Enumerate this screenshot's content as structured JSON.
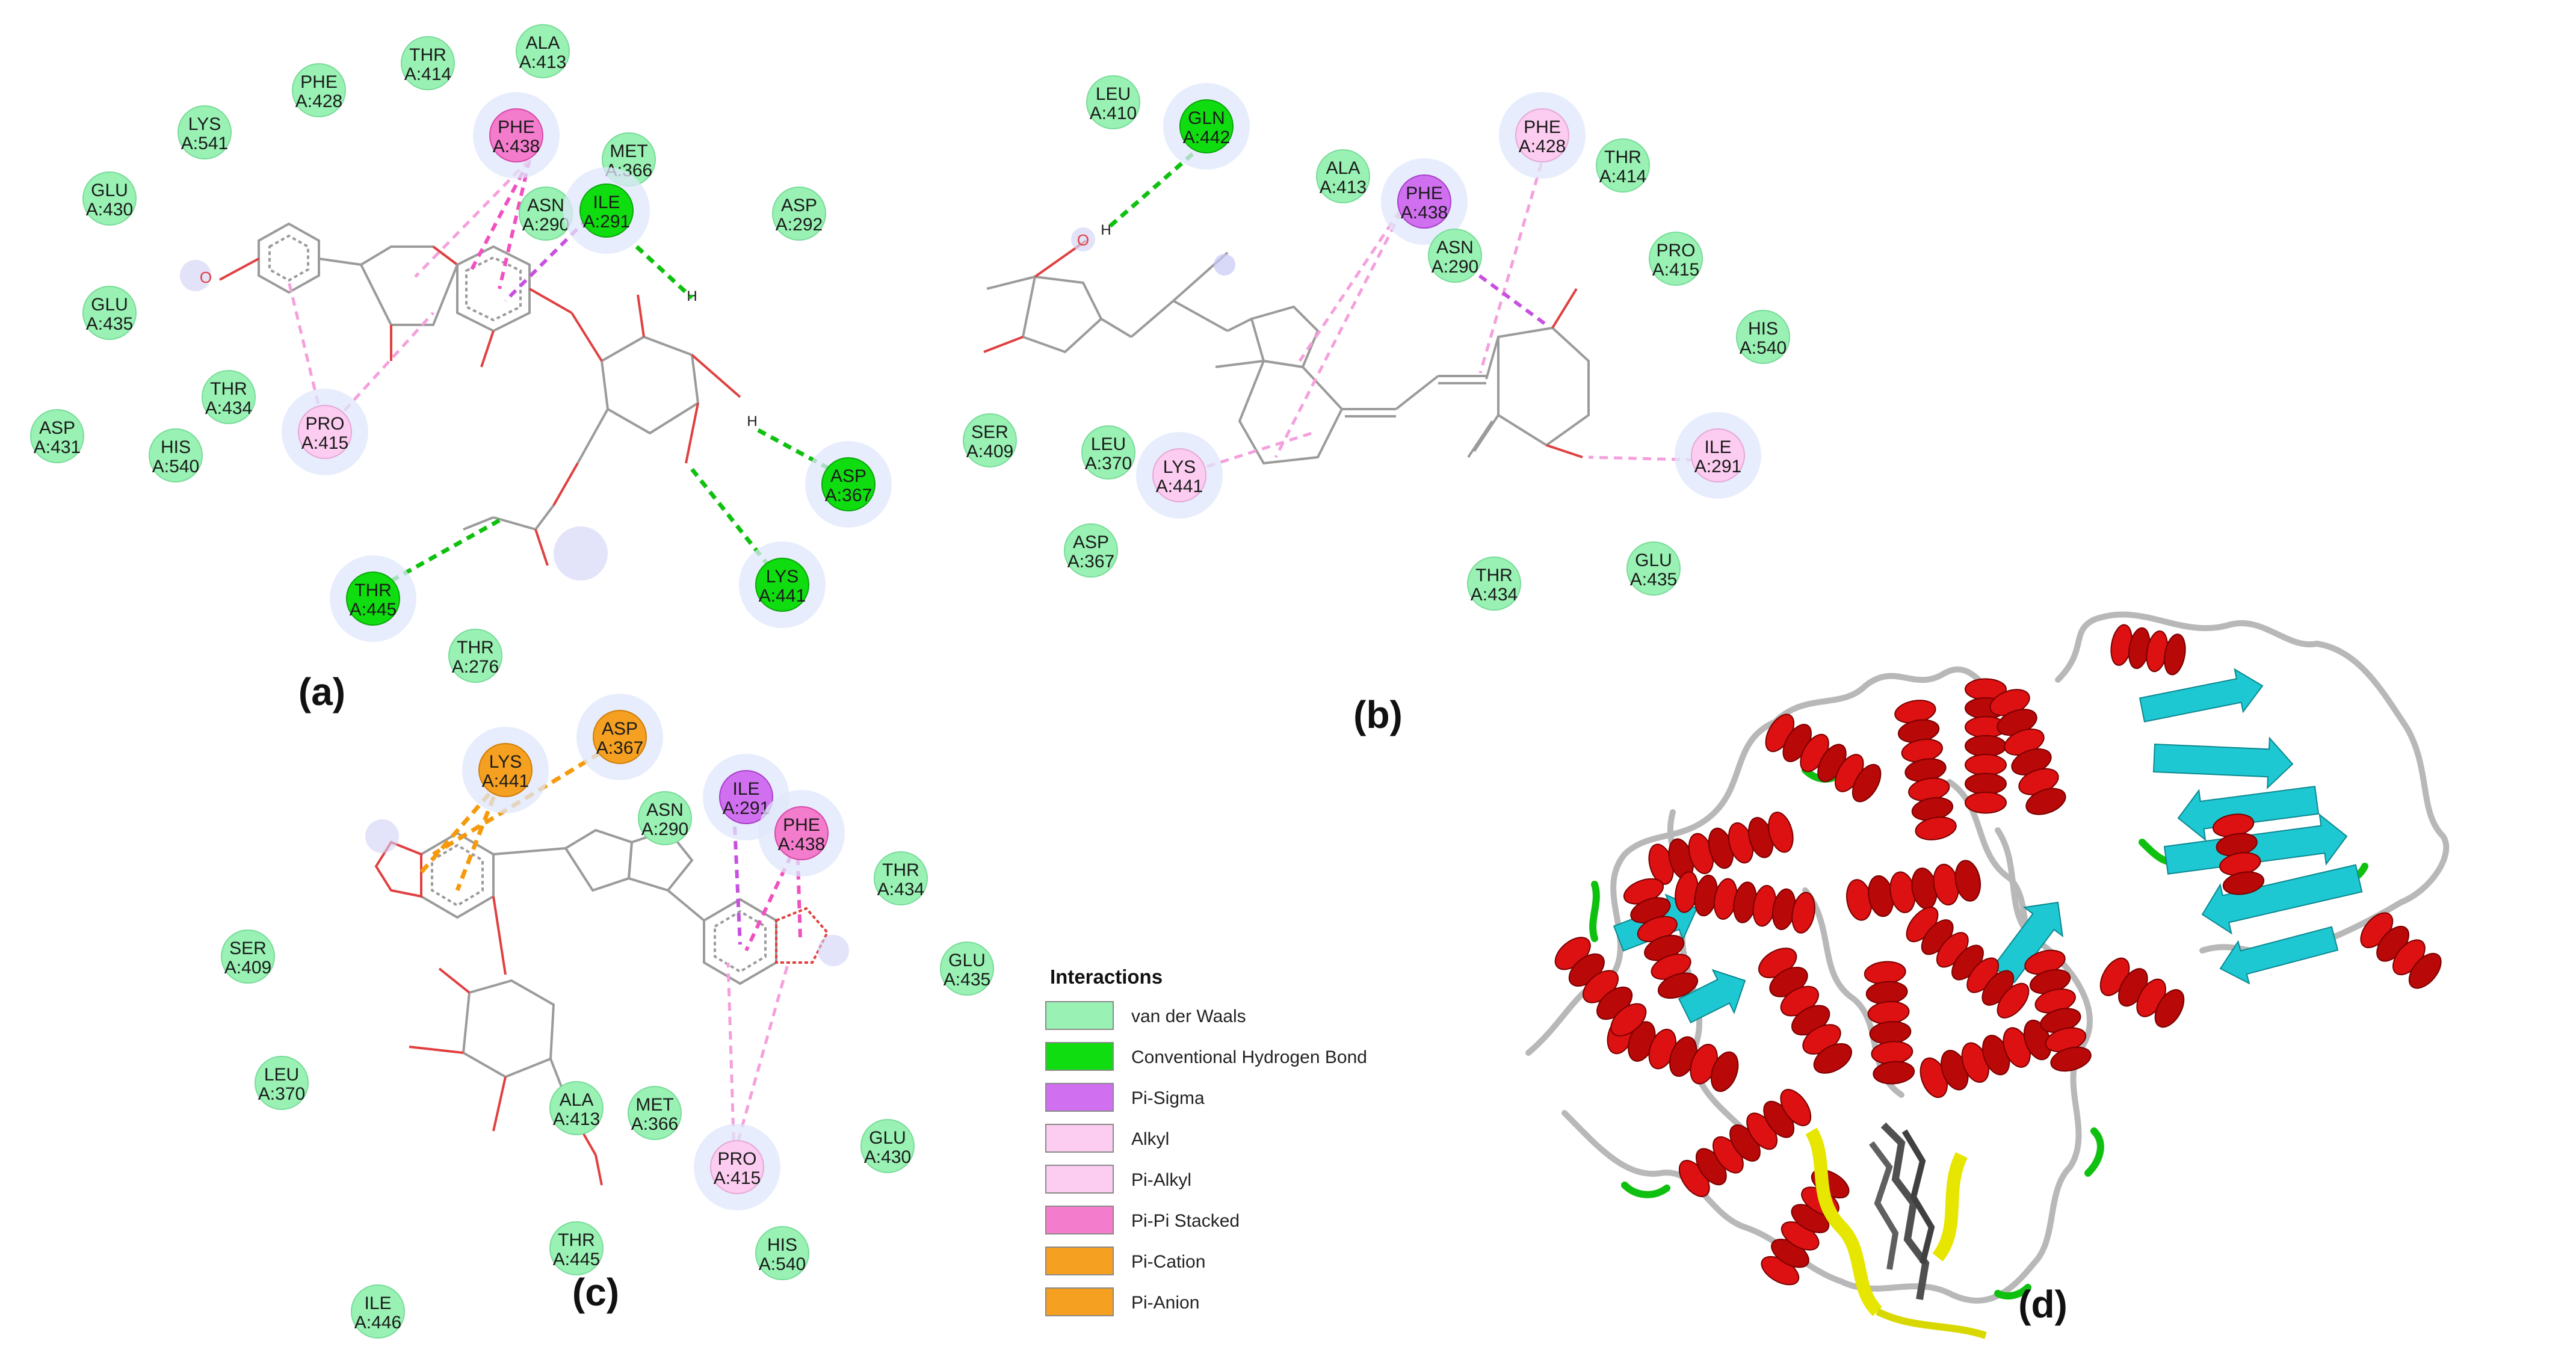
{
  "panels": [
    {
      "label": "(a)"
    },
    {
      "label": "(b)"
    },
    {
      "label": "(c)"
    },
    {
      "label": "(d)"
    }
  ],
  "colors": {
    "van_der_waals": "#99f2b4",
    "conventional_hydrogen_bond": "#10dd10",
    "pi_sigma": "#d070f0",
    "alkyl": "#fccdf0",
    "pi_alkyl": "#fccdf0",
    "pi_pi_stacked": "#f47ccc",
    "pi_cation": "#f5a020",
    "pi_anion": "#f5a020",
    "helix": "#dd1111",
    "sheet": "#1ec8d2",
    "coil": "#b8b8b8",
    "turn": "#10c010",
    "ligand_site": "#e6e600"
  },
  "legend": {
    "title": "Interactions",
    "items": [
      {
        "label": "van der Waals",
        "type": "van_der_waals"
      },
      {
        "label": "Conventional Hydrogen Bond",
        "type": "conventional_hydrogen_bond"
      },
      {
        "label": "Pi-Sigma",
        "type": "pi_sigma"
      },
      {
        "label": "Alkyl",
        "type": "alkyl"
      },
      {
        "label": "Pi-Alkyl",
        "type": "pi_alkyl"
      },
      {
        "label": "Pi-Pi Stacked",
        "type": "pi_pi_stacked"
      },
      {
        "label": "Pi-Cation",
        "type": "pi_cation"
      },
      {
        "label": "Pi-Anion",
        "type": "pi_anion"
      }
    ]
  },
  "residues_a": [
    {
      "id": "ala413",
      "top": "ALA",
      "bot": "A:413",
      "type": "van_der_waals"
    },
    {
      "id": "thr414",
      "top": "THR",
      "bot": "A:414",
      "type": "van_der_waals"
    },
    {
      "id": "phe428",
      "top": "PHE",
      "bot": "A:428",
      "type": "van_der_waals"
    },
    {
      "id": "lys541",
      "top": "LYS",
      "bot": "A:541",
      "type": "van_der_waals"
    },
    {
      "id": "phe438",
      "top": "PHE",
      "bot": "A:438",
      "type": "pi_pi_stacked"
    },
    {
      "id": "met366",
      "top": "MET",
      "bot": "A:366",
      "type": "van_der_waals"
    },
    {
      "id": "glu430",
      "top": "GLU",
      "bot": "A:430",
      "type": "van_der_waals"
    },
    {
      "id": "asn290",
      "top": "ASN",
      "bot": "A:290",
      "type": "van_der_waals"
    },
    {
      "id": "ile291",
      "top": "ILE",
      "bot": "A:291",
      "type": "conventional_hydrogen_bond"
    },
    {
      "id": "asp292",
      "top": "ASP",
      "bot": "A:292",
      "type": "van_der_waals"
    },
    {
      "id": "glu435",
      "top": "GLU",
      "bot": "A:435",
      "type": "van_der_waals"
    },
    {
      "id": "thr434",
      "top": "THR",
      "bot": "A:434",
      "type": "van_der_waals"
    },
    {
      "id": "asp431",
      "top": "ASP",
      "bot": "A:431",
      "type": "van_der_waals"
    },
    {
      "id": "his540",
      "top": "HIS",
      "bot": "A:540",
      "type": "van_der_waals"
    },
    {
      "id": "pro415",
      "top": "PRO",
      "bot": "A:415",
      "type": "pi_alkyl"
    },
    {
      "id": "asp367",
      "top": "ASP",
      "bot": "A:367",
      "type": "conventional_hydrogen_bond"
    },
    {
      "id": "thr445",
      "top": "THR",
      "bot": "A:445",
      "type": "conventional_hydrogen_bond"
    },
    {
      "id": "lys441",
      "top": "LYS",
      "bot": "A:441",
      "type": "conventional_hydrogen_bond"
    },
    {
      "id": "thr276",
      "top": "THR",
      "bot": "A:276",
      "type": "van_der_waals"
    }
  ],
  "residues_b": [
    {
      "id": "leu410",
      "top": "LEU",
      "bot": "A:410",
      "type": "van_der_waals"
    },
    {
      "id": "gln442",
      "top": "GLN",
      "bot": "A:442",
      "type": "conventional_hydrogen_bond"
    },
    {
      "id": "phe428",
      "top": "PHE",
      "bot": "A:428",
      "type": "pi_alkyl"
    },
    {
      "id": "ala413",
      "top": "ALA",
      "bot": "A:413",
      "type": "van_der_waals"
    },
    {
      "id": "phe438",
      "top": "PHE",
      "bot": "A:438",
      "type": "pi_sigma"
    },
    {
      "id": "thr414",
      "top": "THR",
      "bot": "A:414",
      "type": "van_der_waals"
    },
    {
      "id": "asn290",
      "top": "ASN",
      "bot": "A:290",
      "type": "van_der_waals"
    },
    {
      "id": "pro415",
      "top": "PRO",
      "bot": "A:415",
      "type": "van_der_waals"
    },
    {
      "id": "his540",
      "top": "HIS",
      "bot": "A:540",
      "type": "van_der_waals"
    },
    {
      "id": "ser409",
      "top": "SER",
      "bot": "A:409",
      "type": "van_der_waals"
    },
    {
      "id": "leu370",
      "top": "LEU",
      "bot": "A:370",
      "type": "van_der_waals"
    },
    {
      "id": "ile291",
      "top": "ILE",
      "bot": "A:291",
      "type": "alkyl"
    },
    {
      "id": "lys441",
      "top": "LYS",
      "bot": "A:441",
      "type": "alkyl"
    },
    {
      "id": "asp367",
      "top": "ASP",
      "bot": "A:367",
      "type": "van_der_waals"
    },
    {
      "id": "thr434",
      "top": "THR",
      "bot": "A:434",
      "type": "van_der_waals"
    },
    {
      "id": "glu435",
      "top": "GLU",
      "bot": "A:435",
      "type": "van_der_waals"
    }
  ],
  "residues_c": [
    {
      "id": "lys441",
      "top": "LYS",
      "bot": "A:441",
      "type": "pi_cation"
    },
    {
      "id": "asp367",
      "top": "ASP",
      "bot": "A:367",
      "type": "pi_anion"
    },
    {
      "id": "asn290",
      "top": "ASN",
      "bot": "A:290",
      "type": "van_der_waals"
    },
    {
      "id": "ile291",
      "top": "ILE",
      "bot": "A:291",
      "type": "pi_sigma"
    },
    {
      "id": "phe438",
      "top": "PHE",
      "bot": "A:438",
      "type": "pi_pi_stacked"
    },
    {
      "id": "thr434",
      "top": "THR",
      "bot": "A:434",
      "type": "van_der_waals"
    },
    {
      "id": "ser409",
      "top": "SER",
      "bot": "A:409",
      "type": "van_der_waals"
    },
    {
      "id": "glu435",
      "top": "GLU",
      "bot": "A:435",
      "type": "van_der_waals"
    },
    {
      "id": "leu370",
      "top": "LEU",
      "bot": "A:370",
      "type": "van_der_waals"
    },
    {
      "id": "ala413",
      "top": "ALA",
      "bot": "A:413",
      "type": "van_der_waals"
    },
    {
      "id": "met366",
      "top": "MET",
      "bot": "A:366",
      "type": "van_der_waals"
    },
    {
      "id": "glu430",
      "top": "GLU",
      "bot": "A:430",
      "type": "van_der_waals"
    },
    {
      "id": "pro415",
      "top": "PRO",
      "bot": "A:415",
      "type": "pi_alkyl"
    },
    {
      "id": "thr445",
      "top": "THR",
      "bot": "A:445",
      "type": "van_der_waals"
    },
    {
      "id": "his540",
      "top": "HIS",
      "bot": "A:540",
      "type": "van_der_waals"
    },
    {
      "id": "ile446",
      "top": "ILE",
      "bot": "A:446",
      "type": "van_der_waals"
    }
  ],
  "atoms": {
    "o": "O",
    "h": "H"
  }
}
